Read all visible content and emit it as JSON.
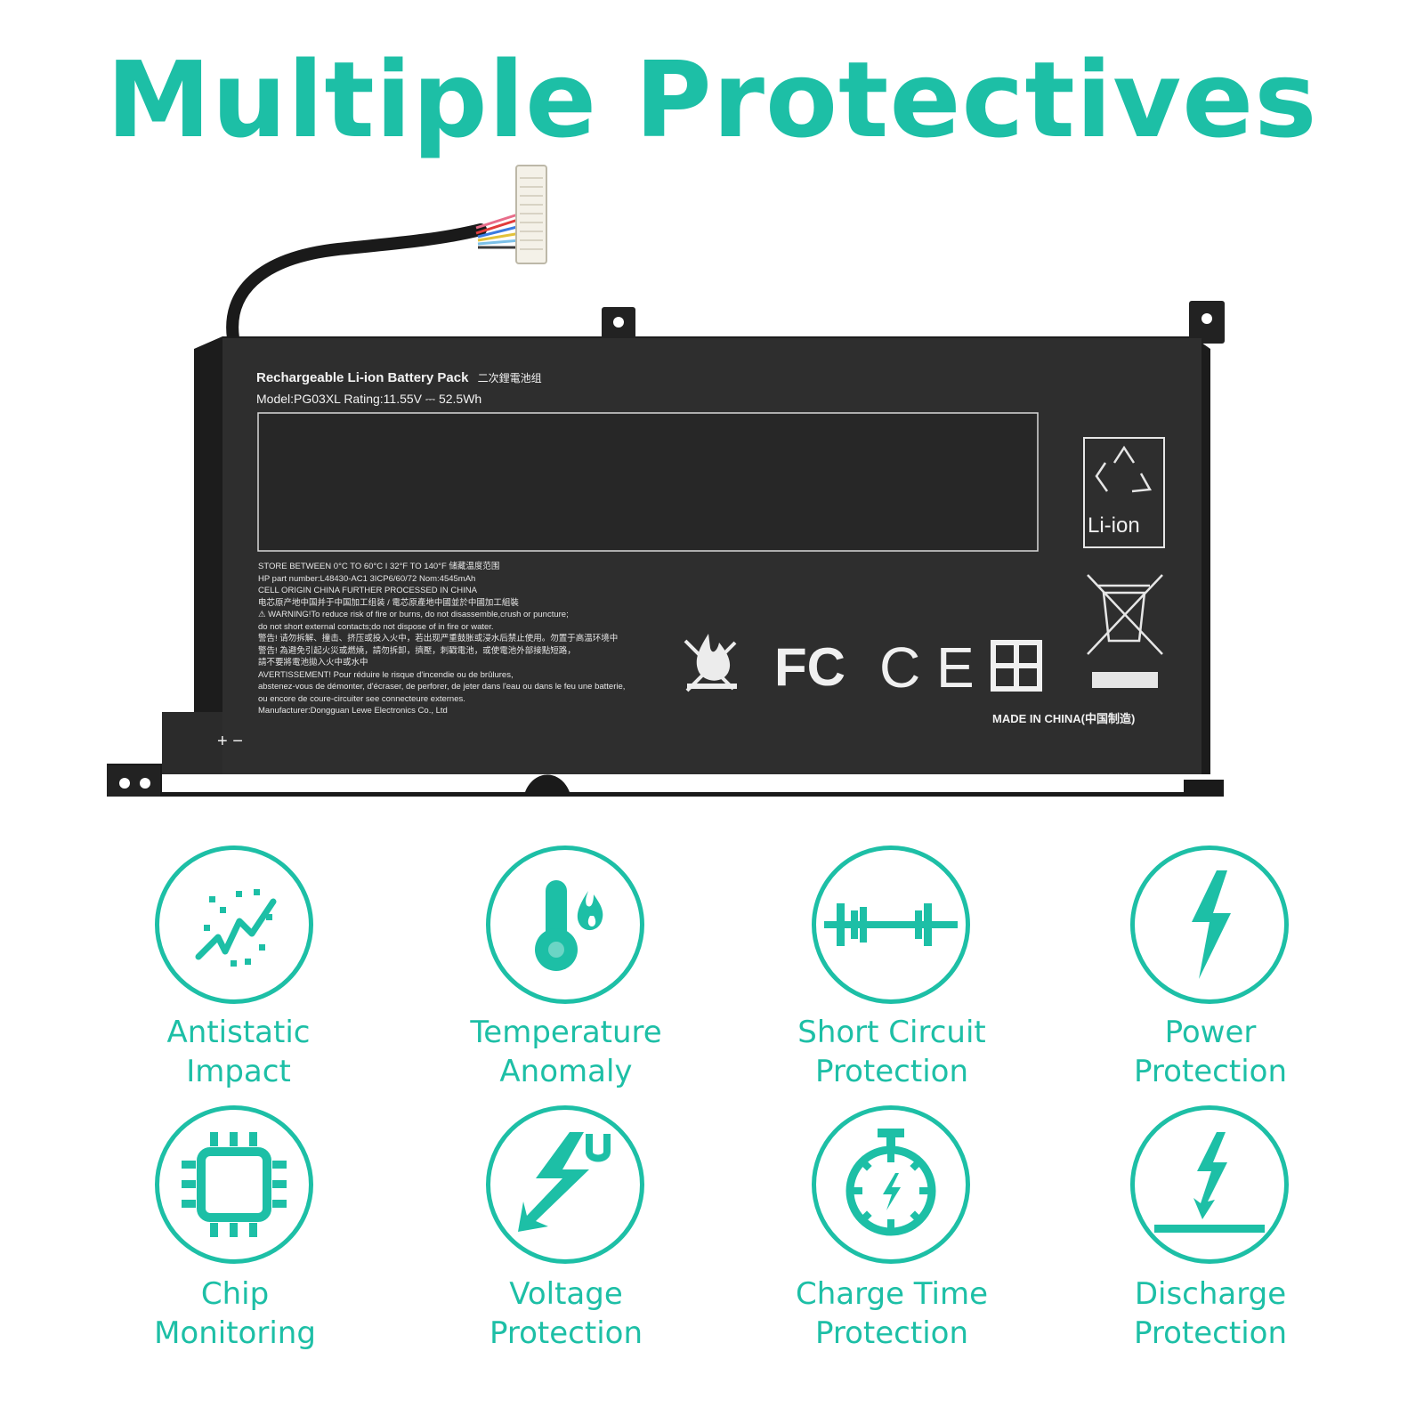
{
  "title": "Multiple Protectives",
  "battery": {
    "heading": "Rechargeable Li-ion Battery Pack",
    "heading_cn": "二次鋰電池组",
    "model_line": "Model:PG03XL  Rating:11.55V ⎓ 52.5Wh",
    "fine_print": [
      "STORE BETWEEN 0°C TO 60°C I 32°F TO 140°F 储藏温度范围",
      "HP part number:L48430-AC1  3ICP6/60/72  Nom:4545mAh",
      "CELL ORIGIN CHINA FURTHER PROCESSED IN CHINA",
      "电芯原产地中国并于中国加工组装 / 電芯原產地中國並於中國加工組裝",
      "⚠ WARNING!To reduce risk of fire or burns, do not disassemble,crush or puncture;",
      "do not short external contacts;do not dispose of in fire or water.",
      "警告! 请勿拆解、撞击、挤压或投入火中，若出现严重鼓胀或浸水后禁止使用。勿置于高温环境中",
      "警告! 為避免引起火災或燃燒，請勿拆卸，擠壓，刺戳電池，或使電池外部接點短路，",
      "請不要將電池拋入火中或水中",
      "AVERTISSEMENT! Pour réduire le risque d'incendie ou de brûlures,",
      "abstenez-vous de démonter, d'écraser, de  perforer, de jeter dans l'eau ou dans le feu une batterie,",
      "ou encore de coure-circuiter see connecteure externes.",
      "Manufacturer:Dongguan Lewe Electronics Co., Ltd"
    ],
    "recycle_label": "Li-ion",
    "made_in": "MADE IN CHINA(中国制造)",
    "polarity": "+  −",
    "cert_marks": [
      "FC",
      "CE"
    ]
  },
  "features": [
    {
      "icon": "antistatic-icon",
      "line1": "Antistatic",
      "line2": "Impact"
    },
    {
      "icon": "thermometer-flame-icon",
      "line1": "Temperature",
      "line2": "Anomaly"
    },
    {
      "icon": "short-circuit-icon",
      "line1": "Short Circuit",
      "line2": "Protection"
    },
    {
      "icon": "lightning-bolt-icon",
      "line1": "Power",
      "line2": "Protection"
    },
    {
      "icon": "chip-icon",
      "line1": "Chip",
      "line2": "Monitoring"
    },
    {
      "icon": "voltage-bolt-icon",
      "line1": "Voltage",
      "line2": "Protection"
    },
    {
      "icon": "stopwatch-bolt-icon",
      "line1": "Charge Time",
      "line2": "Protection"
    },
    {
      "icon": "discharge-bolt-icon",
      "line1": "Discharge",
      "line2": "Protection"
    }
  ],
  "colors": {
    "accent": "#1dbfa6",
    "battery_body": "#2b2b2b",
    "background": "#ffffff"
  }
}
